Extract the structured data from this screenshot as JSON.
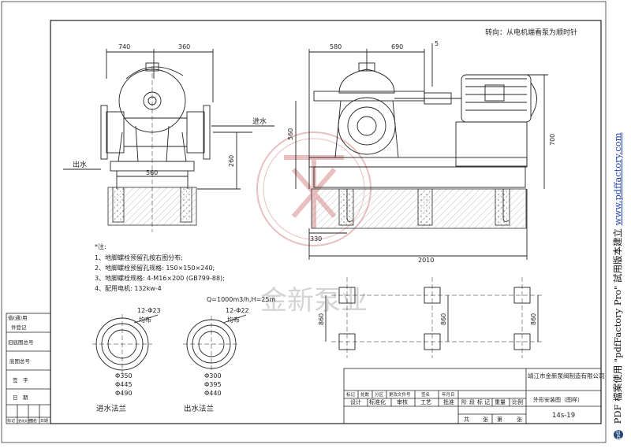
{
  "header": {
    "rotation_note": "转向：从电机端看泵为顺时针"
  },
  "left_view": {
    "dims": {
      "left": "740",
      "right": "360",
      "base": "560",
      "height": "260"
    },
    "outlet_label": "出水",
    "inlet_label": "进水"
  },
  "front_view": {
    "dims": {
      "pump_len": "580",
      "shaft_len": "690",
      "gap": "5",
      "center_h": "560",
      "motor_h": "700",
      "bolt_offset": "330",
      "total_len": "2010"
    }
  },
  "notes": {
    "title": "*注:",
    "items": [
      "1、地脚螺栓预留孔按右图分布;",
      "2、地脚螺栓预留孔规格: 150×150×240;",
      "3、地脚螺栓规格: 4-M16×200    (GB799-88);",
      "4、配用电机: 132kw-4"
    ]
  },
  "performance": "Q=1000m3/h,H=25m",
  "inlet_flange": {
    "holes": "12-Φ23",
    "even": "均布",
    "d1": "Φ350",
    "d2": "Φ445",
    "d3": "Φ490",
    "caption": "进水法兰"
  },
  "outlet_flange": {
    "holes": "12-Φ22",
    "even": "均布",
    "d1": "Φ300",
    "d2": "Φ395",
    "d3": "Φ440",
    "caption": "出水法兰"
  },
  "bolt_layout": {
    "h1": "860",
    "h2": "860",
    "h3": "860"
  },
  "watermark": "金新泵业",
  "left_strip": [
    "借(通)用",
    "件登记",
    "旧底图总号",
    "底图总号",
    "签　字",
    "日　期"
  ],
  "left_strip_footer": [
    "标记",
    "更改文件号",
    "签名",
    "日期"
  ],
  "title_block": {
    "company": "靖江市金新泵阀制造有限公司",
    "drawing_title": "外形安装图（图样）",
    "drawing_number": "14s-19",
    "row_mark": [
      "标记",
      "处数",
      "分区",
      "更改文件号",
      "签名",
      "年月日"
    ],
    "row_roles": [
      "设计",
      "标准化",
      "审核",
      "工艺",
      "批准"
    ],
    "stage": [
      "阶",
      "段",
      "标",
      "记",
      "重量",
      "比例"
    ],
    "sheets": [
      "共",
      "张",
      "第",
      "张"
    ]
  },
  "side_watermark": {
    "prefix": "PDF 檔案使用 \"pdfFactory Pro\" 試用版本建立",
    "link": "www.pdffactory.com",
    "logo": "pdf"
  }
}
